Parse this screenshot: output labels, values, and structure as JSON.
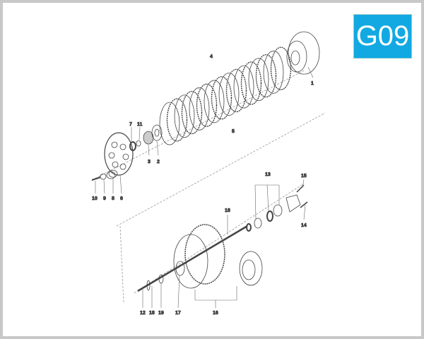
{
  "badge": {
    "text": "G09",
    "color": "#12a9e2"
  },
  "callouts": [
    "1",
    "2",
    "3",
    "4",
    "5",
    "6",
    "7",
    "8",
    "9",
    "10",
    "11",
    "12",
    "13",
    "14",
    "15",
    "16",
    "17",
    "18",
    "18",
    "19"
  ]
}
